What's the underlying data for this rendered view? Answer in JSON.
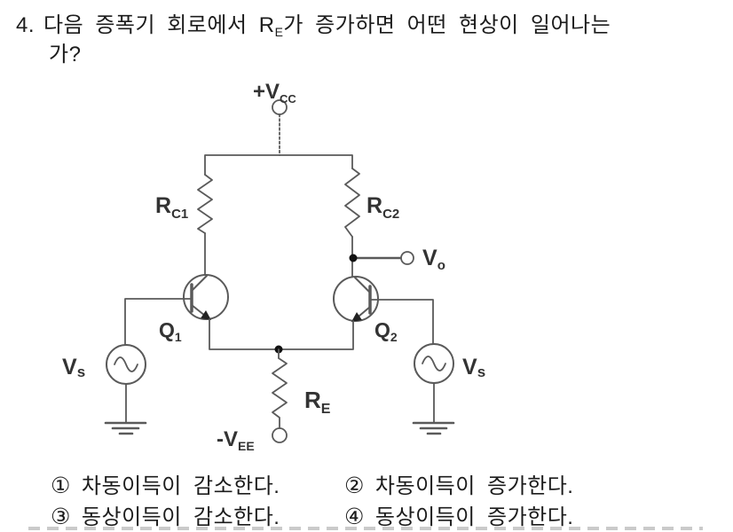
{
  "question": {
    "number": "4.",
    "line1_prefix": "다음 증폭기 회로에서 R",
    "line1_sub": "E",
    "line1_suffix": "가 증가하면 어떤 현상이 일어나는",
    "line2": "가?"
  },
  "circuit": {
    "labels": {
      "vcc": {
        "main": "+V",
        "sub": "CC"
      },
      "rc1": {
        "main": "R",
        "sub": "C1"
      },
      "rc2": {
        "main": "R",
        "sub": "C2"
      },
      "q1": {
        "main": "Q",
        "sub": "1"
      },
      "q2": {
        "main": "Q",
        "sub": "2"
      },
      "vo": {
        "main": "V",
        "sub": "o"
      },
      "vs_left": {
        "main": "V",
        "sub": "s"
      },
      "vs_right": {
        "main": "V",
        "sub": "s"
      },
      "re": {
        "main": "R",
        "sub": "E"
      },
      "vee": {
        "main": "-V",
        "sub": "EE"
      }
    },
    "colors": {
      "line": "#5a5a5a",
      "label": "#333333",
      "dot": "#111111"
    }
  },
  "options": [
    {
      "num": "①",
      "text": "차동이득이 감소한다."
    },
    {
      "num": "②",
      "text": "차동이득이 증가한다."
    },
    {
      "num": "③",
      "text": "동상이득이 감소한다."
    },
    {
      "num": "④",
      "text": "동상이득이 증가한다."
    }
  ]
}
